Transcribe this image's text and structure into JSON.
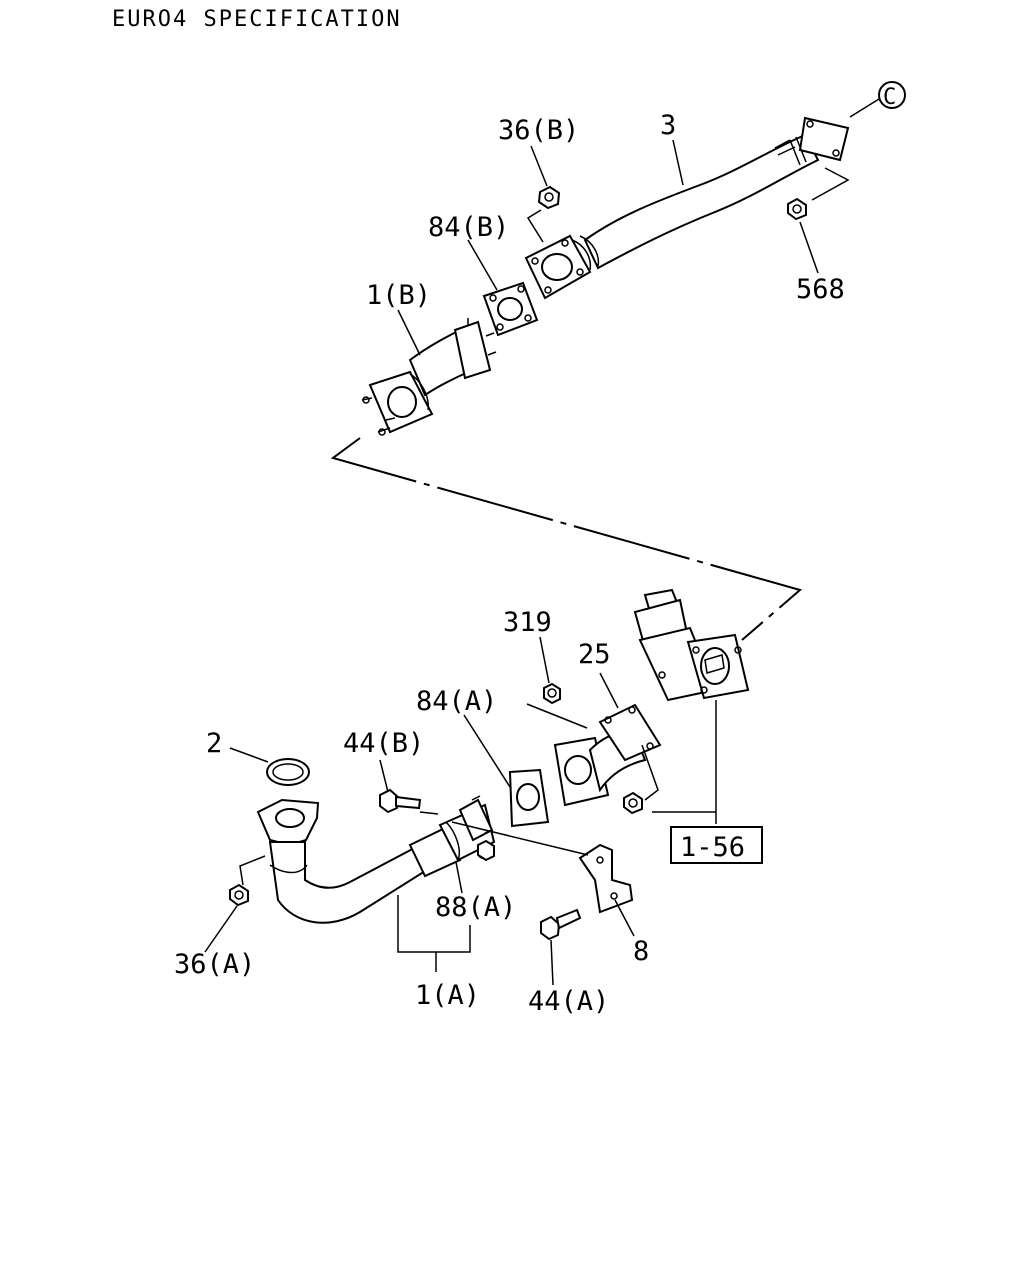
{
  "diagram": {
    "title": "EURO4 SPECIFICATION",
    "callout_ref": "C",
    "labels": {
      "l3": "3",
      "l36b": "36(B)",
      "l84b": "84(B)",
      "l1b": "1(B)",
      "l568": "568",
      "l319": "319",
      "l25": "25",
      "l84a": "84(A)",
      "l2": "2",
      "l44b": "44(B)",
      "l88a": "88(A)",
      "l36a": "36(A)",
      "l1a": "1(A)",
      "l44a": "44(A)",
      "l8": "8",
      "l156": "1-56"
    }
  }
}
